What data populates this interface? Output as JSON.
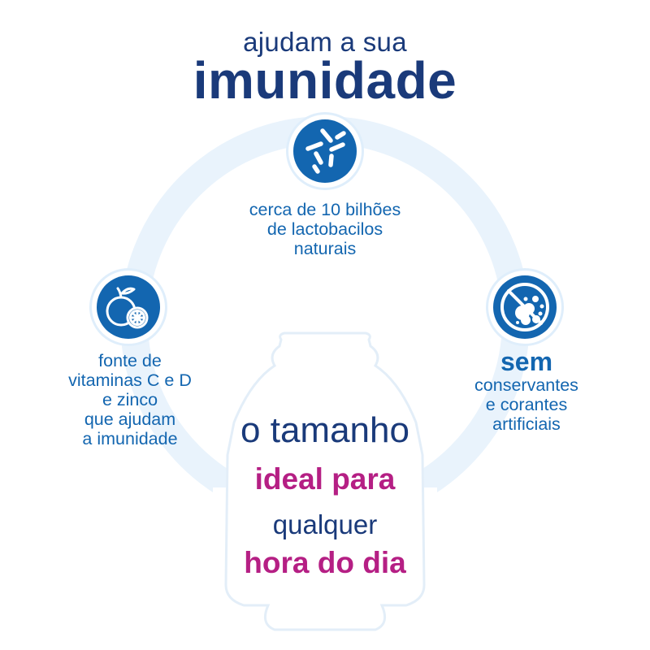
{
  "header": {
    "subtitle": "ajudam a sua",
    "title": "imunidade"
  },
  "benefits": [
    {
      "icon": "bacteria-icon",
      "lines": [
        "cerca de 10 bilhões",
        "de lactobacilos",
        "naturais"
      ]
    },
    {
      "icon": "citrus-fruit-icon",
      "lines": [
        "fonte de",
        "vitaminas C e D",
        "e zinco",
        "que ajudam",
        "a imunidade"
      ]
    },
    {
      "icon": "no-preservatives-icon",
      "heading": "sem",
      "lines": [
        "conservantes",
        "e corantes",
        "artificiais"
      ]
    }
  ],
  "slogan": {
    "line1": "o tamanho",
    "line2": "ideal para",
    "line3": "qualquer",
    "line4": "hora do dia"
  },
  "colors": {
    "navy": "#1a3a7a",
    "blue": "#1366b0",
    "magenta": "#b51f84",
    "ring": "#e9f3fc"
  }
}
